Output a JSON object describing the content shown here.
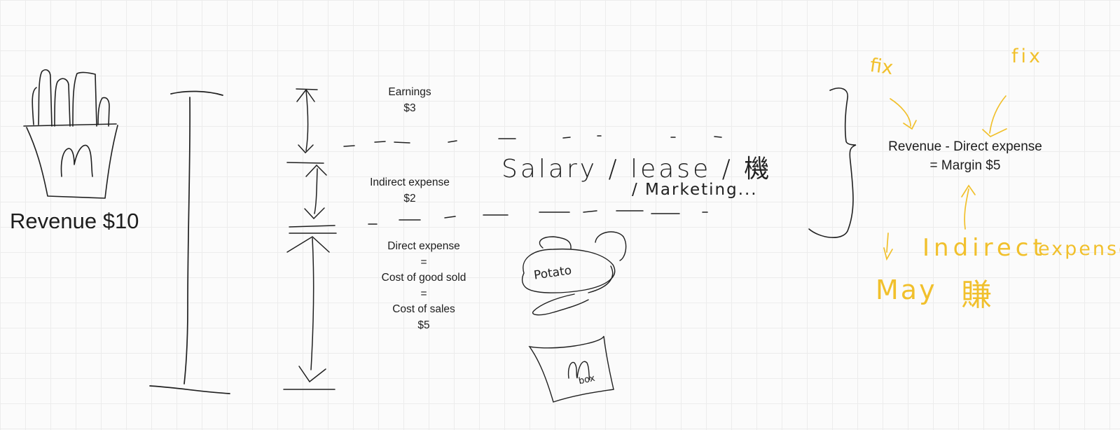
{
  "board": {
    "revenue_label": "Revenue $10",
    "earnings": {
      "label": "Earnings",
      "value": "$3"
    },
    "indirect_expense": {
      "label": "Indirect expense",
      "value": "$2"
    },
    "direct_expense": {
      "lines": [
        "Direct expense",
        "=",
        "Cost of good sold",
        "=",
        "Cost of sales",
        "$5"
      ]
    },
    "margin": {
      "line1": "Revenue - Direct expense",
      "line2": "= Margin $5"
    }
  },
  "handwriting": {
    "salary_note": "Salary / lease / 機",
    "marketing_note": "/ Marketing...",
    "potato": "Potato",
    "box": "box",
    "fix_left": "fix",
    "fix_right": "fix",
    "indirect_expense": "Indirect",
    "indirect_expense_2": "expense",
    "may": "May",
    "zhuan": "賺"
  },
  "colors": {
    "ink_black": "#202020",
    "ink_yellow": "#f1c02c",
    "grid": "#ececec",
    "background": "#fbfbfb"
  }
}
